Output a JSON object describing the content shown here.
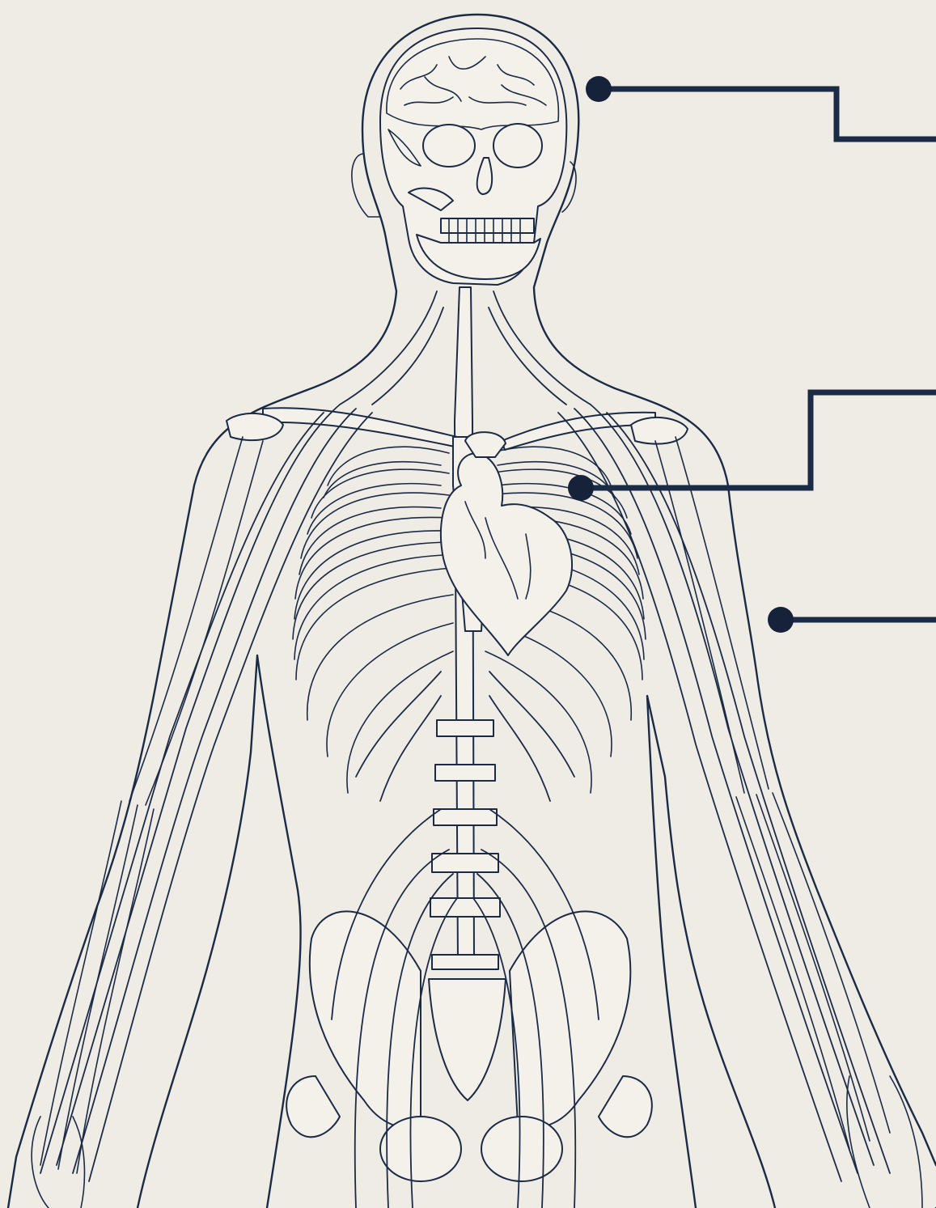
{
  "palette": {
    "background": "#efece5",
    "line": "#1b2a45",
    "marker": "#16223a"
  },
  "callouts": [
    {
      "id": "brain",
      "label": ""
    },
    {
      "id": "heart",
      "label": ""
    },
    {
      "id": "nerves",
      "label": ""
    }
  ]
}
